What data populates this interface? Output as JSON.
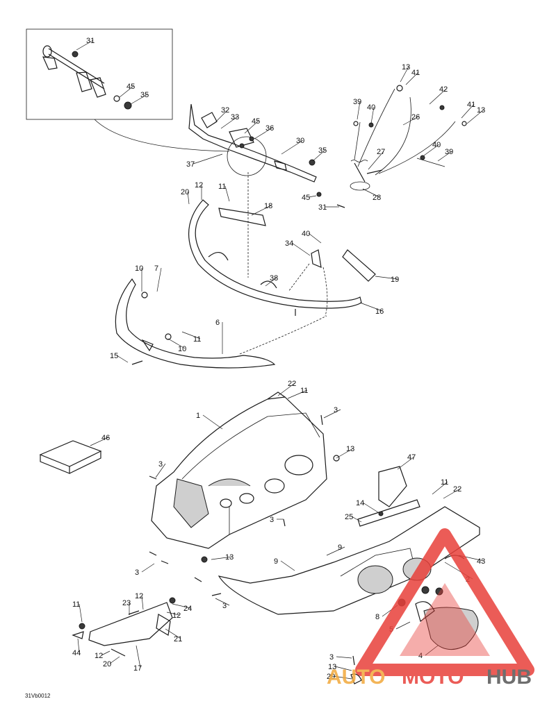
{
  "drawing": {
    "reference_code": "31Vb0012",
    "callouts": [
      {
        "id": "c31a",
        "label": "31"
      },
      {
        "id": "c45a",
        "label": "45"
      },
      {
        "id": "c35a",
        "label": "35"
      },
      {
        "id": "c32",
        "label": "32"
      },
      {
        "id": "c33",
        "label": "33"
      },
      {
        "id": "c45b",
        "label": "45"
      },
      {
        "id": "c36",
        "label": "36"
      },
      {
        "id": "c37",
        "label": "37"
      },
      {
        "id": "c30",
        "label": "30"
      },
      {
        "id": "c35b",
        "label": "35"
      },
      {
        "id": "c45c",
        "label": "45"
      },
      {
        "id": "c31b",
        "label": "31"
      },
      {
        "id": "c13a",
        "label": "13"
      },
      {
        "id": "c41a",
        "label": "41"
      },
      {
        "id": "c42",
        "label": "42"
      },
      {
        "id": "c39a",
        "label": "39"
      },
      {
        "id": "c40a",
        "label": "40"
      },
      {
        "id": "c26",
        "label": "26"
      },
      {
        "id": "c41b",
        "label": "41"
      },
      {
        "id": "c13b",
        "label": "13"
      },
      {
        "id": "c40b",
        "label": "40"
      },
      {
        "id": "c39b",
        "label": "39"
      },
      {
        "id": "c27",
        "label": "27"
      },
      {
        "id": "c28",
        "label": "28"
      },
      {
        "id": "c20a",
        "label": "20"
      },
      {
        "id": "c12a",
        "label": "12"
      },
      {
        "id": "c11a",
        "label": "11"
      },
      {
        "id": "c18",
        "label": "18"
      },
      {
        "id": "c40c",
        "label": "40"
      },
      {
        "id": "c34",
        "label": "34"
      },
      {
        "id": "c19",
        "label": "19"
      },
      {
        "id": "c38",
        "label": "38"
      },
      {
        "id": "c16",
        "label": "16"
      },
      {
        "id": "c10a",
        "label": "10"
      },
      {
        "id": "c7",
        "label": "7"
      },
      {
        "id": "c6",
        "label": "6"
      },
      {
        "id": "c11b",
        "label": "11"
      },
      {
        "id": "c10b",
        "label": "10"
      },
      {
        "id": "c15",
        "label": "15"
      },
      {
        "id": "c22a",
        "label": "22"
      },
      {
        "id": "c11c",
        "label": "11"
      },
      {
        "id": "c1",
        "label": "1"
      },
      {
        "id": "c3a",
        "label": "3"
      },
      {
        "id": "c13c",
        "label": "13"
      },
      {
        "id": "c46",
        "label": "46"
      },
      {
        "id": "c3b",
        "label": "3"
      },
      {
        "id": "c47",
        "label": "47"
      },
      {
        "id": "c11d",
        "label": "11"
      },
      {
        "id": "c22b",
        "label": "22"
      },
      {
        "id": "c14",
        "label": "14"
      },
      {
        "id": "c25",
        "label": "25"
      },
      {
        "id": "c3c",
        "label": "3"
      },
      {
        "id": "c9a",
        "label": "9"
      },
      {
        "id": "c9b",
        "label": "9"
      },
      {
        "id": "c43",
        "label": "43"
      },
      {
        "id": "c13d",
        "label": "13"
      },
      {
        "id": "c3d",
        "label": "3"
      },
      {
        "id": "c2",
        "label": "2"
      },
      {
        "id": "c3e",
        "label": "3"
      },
      {
        "id": "c8",
        "label": "8"
      },
      {
        "id": "c5",
        "label": "5"
      },
      {
        "id": "c4",
        "label": "4"
      },
      {
        "id": "c11e",
        "label": "11"
      },
      {
        "id": "c23",
        "label": "23"
      },
      {
        "id": "c12b",
        "label": "12"
      },
      {
        "id": "c24",
        "label": "24"
      },
      {
        "id": "c12c",
        "label": "12"
      },
      {
        "id": "c21",
        "label": "21"
      },
      {
        "id": "c44",
        "label": "44"
      },
      {
        "id": "c12d",
        "label": "12"
      },
      {
        "id": "c20b",
        "label": "20"
      },
      {
        "id": "c17",
        "label": "17"
      },
      {
        "id": "c3f",
        "label": "3"
      },
      {
        "id": "c13e",
        "label": "13"
      },
      {
        "id": "c29",
        "label": "29"
      }
    ]
  },
  "watermark": {
    "part1": "AUTO",
    "part2": "MOTO",
    "part3": "HUB",
    "colors": {
      "red": "#e8403a",
      "gold": "#f2a93b",
      "gray": "#555555"
    }
  }
}
